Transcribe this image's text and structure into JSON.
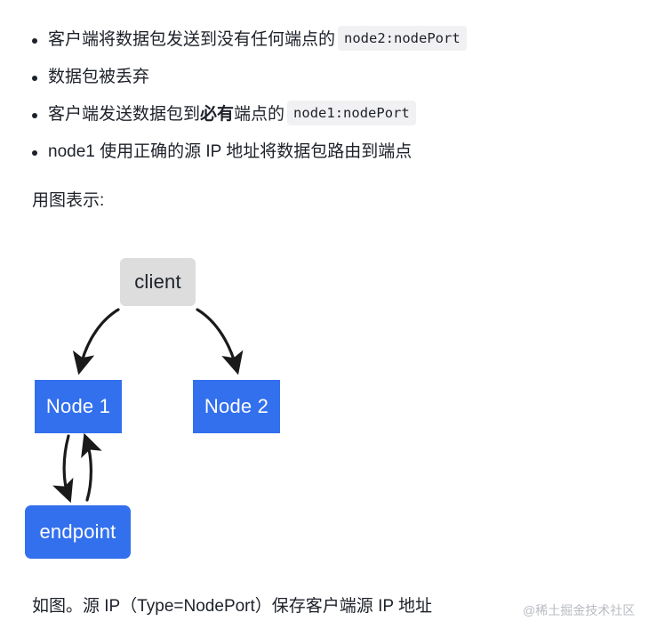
{
  "content": {
    "bullets": [
      {
        "text_before": "客户端将数据包发送到没有任何端点的",
        "bold": "",
        "text_after": "",
        "code": "node2:nodePort"
      },
      {
        "text_before": "数据包被丢弃",
        "bold": "",
        "text_after": "",
        "code": ""
      },
      {
        "text_before": "客户端发送数据包到",
        "bold": "必有",
        "text_after": "端点的",
        "code": "node1:nodePort"
      },
      {
        "text_before": "node1 使用正确的源 IP 地址将数据包路由到端点",
        "bold": "",
        "text_after": "",
        "code": ""
      }
    ],
    "intro_paragraph": "用图表示:",
    "outro_paragraph": "如图。源 IP（Type=NodePort）保存客户端源 IP 地址",
    "watermark": "@稀土掘金技术社区"
  },
  "diagram": {
    "nodes": {
      "client": "client",
      "node1": "Node 1",
      "node2": "Node 2",
      "endpoint": "endpoint"
    },
    "colors": {
      "client_fill": "#dddddd",
      "node_fill": "#3370ee",
      "node_text": "#ffffff",
      "arrow": "#1a1a1a"
    },
    "edges": [
      {
        "from": "client",
        "to": "node1",
        "direction": "one-way"
      },
      {
        "from": "client",
        "to": "node2",
        "direction": "one-way"
      },
      {
        "from": "node1",
        "to": "endpoint",
        "direction": "one-way"
      },
      {
        "from": "endpoint",
        "to": "node1",
        "direction": "one-way"
      }
    ]
  }
}
